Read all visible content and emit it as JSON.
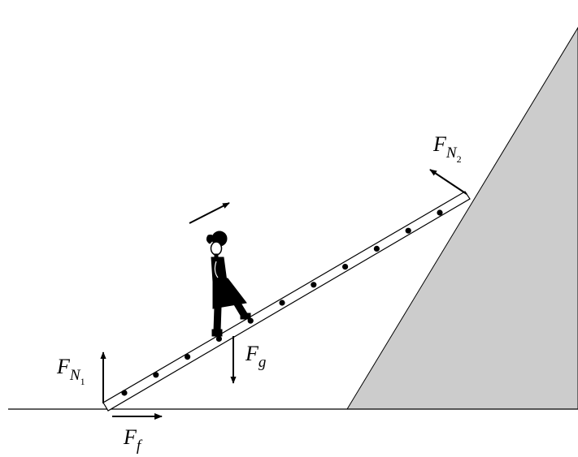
{
  "diagram": {
    "colors": {
      "wall_fill": "#cccccc",
      "ink": "#000000",
      "background": "#ffffff"
    },
    "forces": {
      "normal_ground": {
        "main": "F",
        "sub": "N",
        "subsub": "1"
      },
      "normal_wall": {
        "main": "F",
        "sub": "N",
        "subsub": "2"
      },
      "gravity": {
        "main": "F",
        "sub": "g"
      },
      "friction": {
        "main": "F",
        "sub": "f"
      }
    },
    "ladder": {
      "rung_count": 11
    }
  }
}
